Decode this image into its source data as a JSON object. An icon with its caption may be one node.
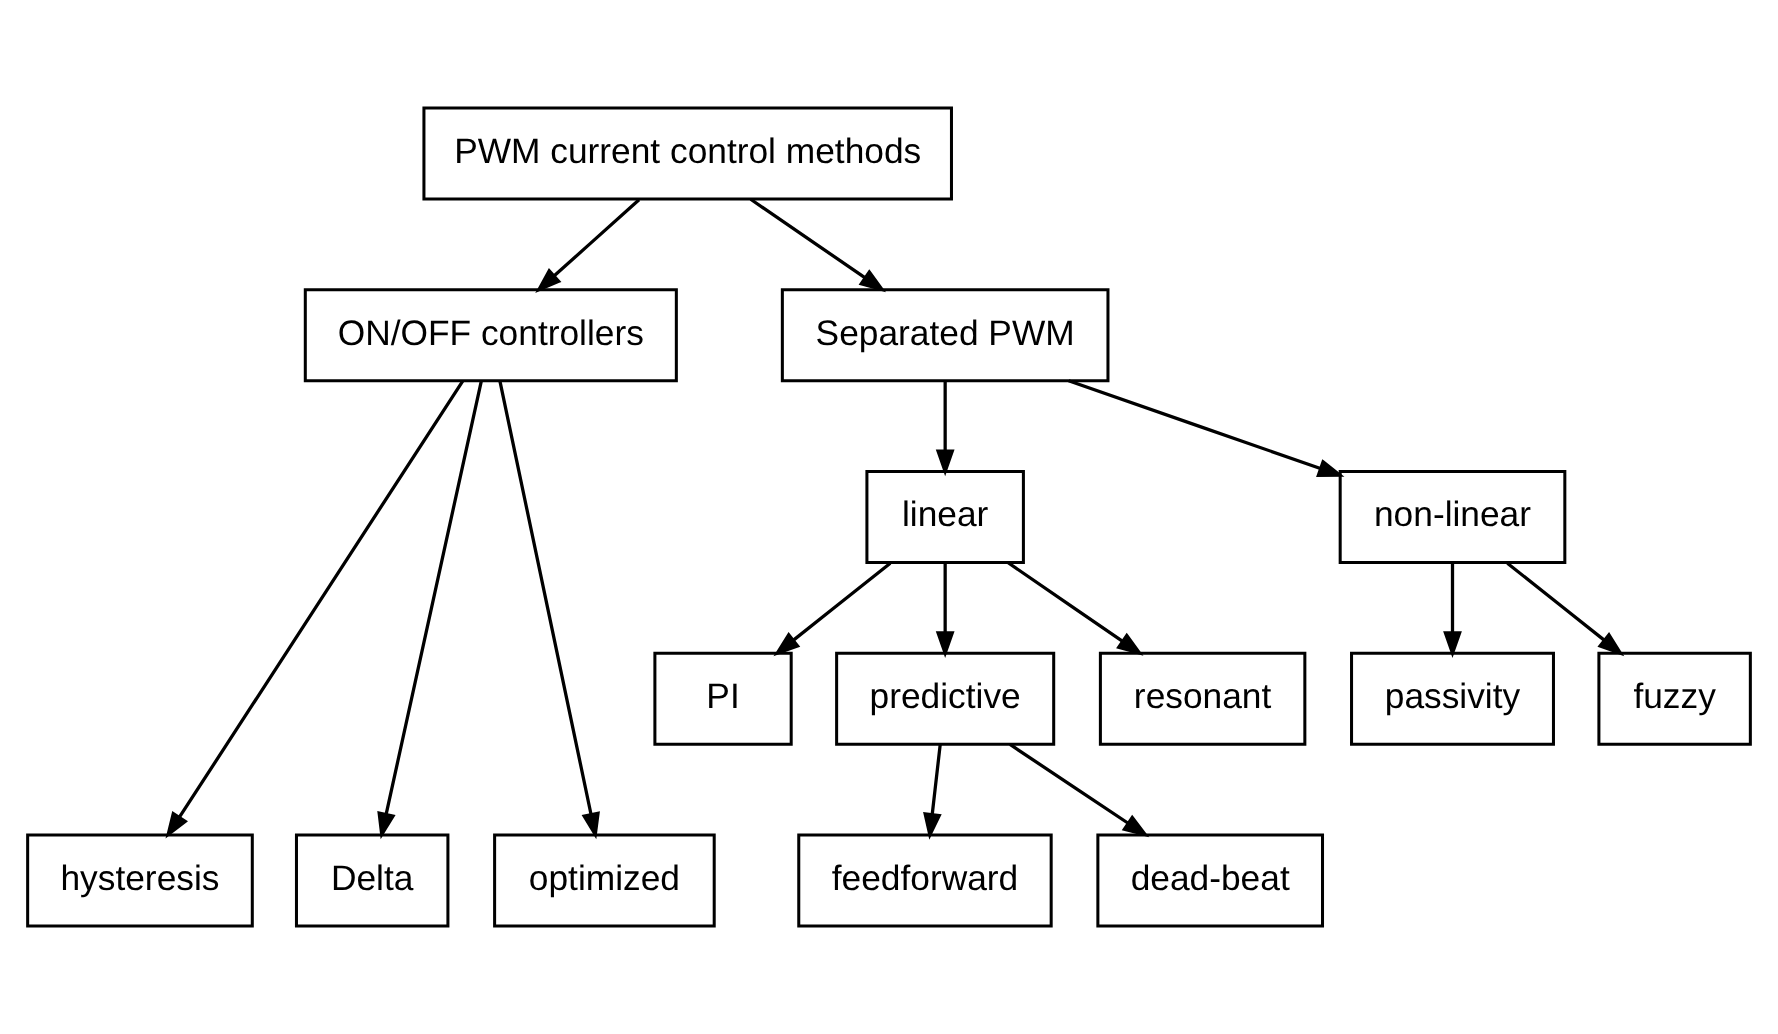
{
  "diagram": {
    "nodes": [
      {
        "text": [
          "PWM current control methods"
        ]
      },
      {
        "text": [
          "ON/OFF controllers"
        ]
      },
      {
        "text": [
          "Separated PWM"
        ]
      },
      {
        "text": [
          "linear"
        ]
      },
      {
        "text": [
          "non-linear"
        ]
      },
      {
        "text": [
          "passivity"
        ]
      },
      {
        "text": [
          "fuzzy"
        ]
      },
      {
        "text": [
          "PI"
        ]
      },
      {
        "text": [
          "predictive"
        ]
      },
      {
        "text": [
          "resonant"
        ]
      },
      {
        "text": [
          "hysteresis"
        ]
      },
      {
        "text": [
          "Delta"
        ]
      },
      {
        "text": [
          "optimized"
        ]
      },
      {
        "text": [
          "feedforward"
        ]
      },
      {
        "text": [
          "dead-beat"
        ]
      }
    ],
    "edges": [
      {
        "from": 0,
        "to": 1,
        "arrow": "to"
      },
      {
        "from": 0,
        "to": 2,
        "arrow": "to"
      },
      {
        "from": 2,
        "to": 3,
        "arrow": "to"
      },
      {
        "from": 2,
        "to": 4,
        "arrow": "to"
      },
      {
        "from": 4,
        "to": 5,
        "arrow": "to"
      },
      {
        "from": 4,
        "to": 6,
        "arrow": "to"
      },
      {
        "from": 3,
        "to": 7,
        "arrow": "to"
      },
      {
        "from": 3,
        "to": 8,
        "arrow": "to"
      },
      {
        "from": 3,
        "to": 9,
        "arrow": "to"
      },
      {
        "from": 1,
        "to": 10,
        "arrow": "to"
      },
      {
        "from": 1,
        "to": 11,
        "arrow": "to"
      },
      {
        "from": 1,
        "to": 12,
        "arrow": "to"
      },
      {
        "from": 8,
        "to": 13,
        "arrow": "to"
      },
      {
        "from": 8,
        "to": 14,
        "arrow": "to"
      }
    ]
  }
}
